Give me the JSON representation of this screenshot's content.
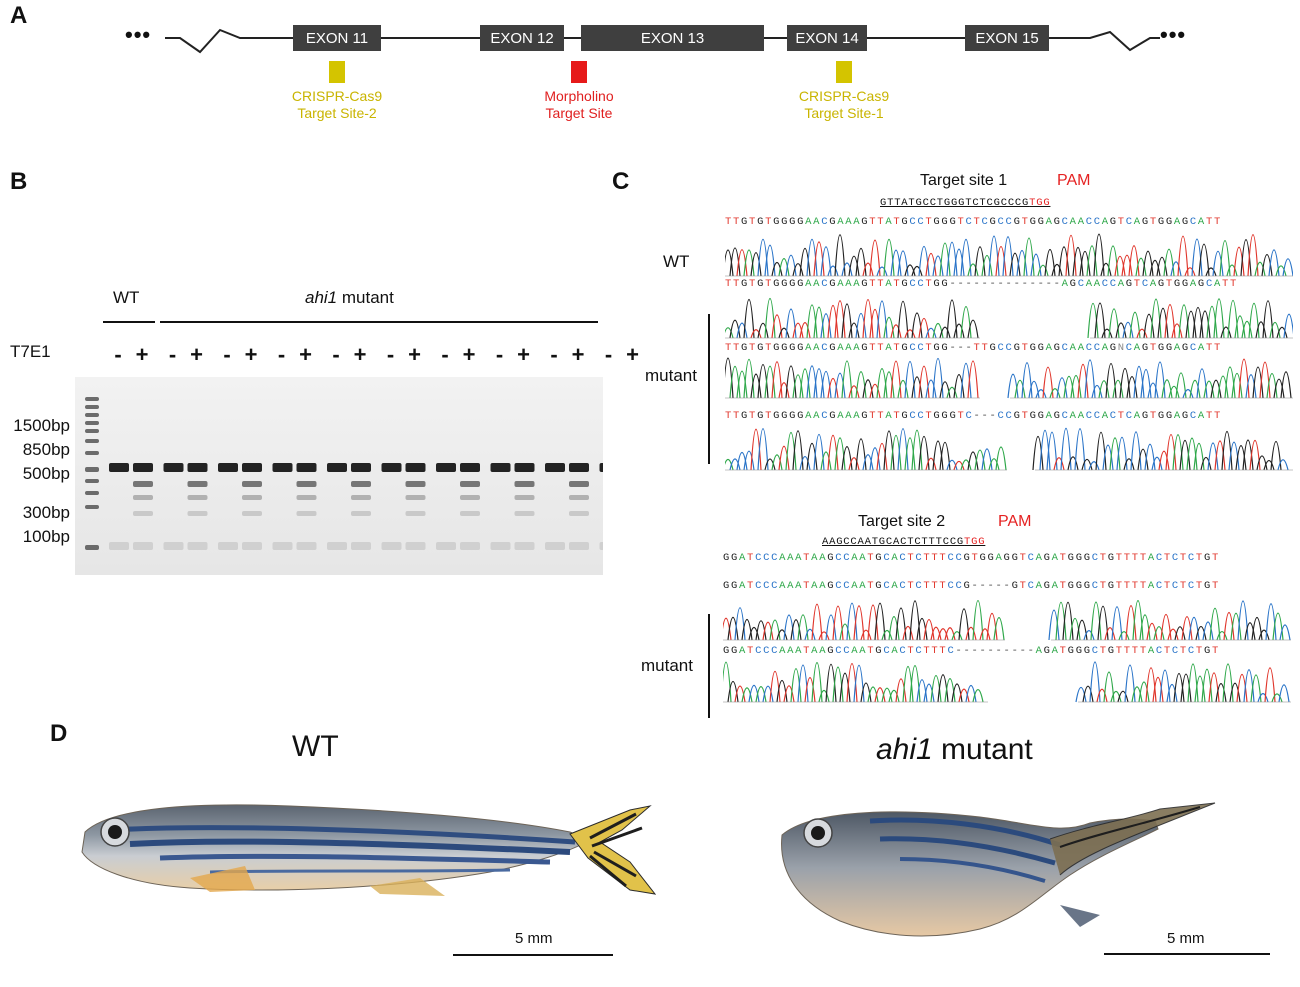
{
  "panels": {
    "a": "A",
    "b": "B",
    "c": "C",
    "d": "D"
  },
  "gene_map": {
    "ellipsis_left": "•••",
    "ellipsis_right": "•••",
    "exons": [
      "EXON 11",
      "EXON 12",
      "EXON 13",
      "EXON 14",
      "EXON 15"
    ],
    "sites": [
      {
        "line1": "CRISPR-Cas9",
        "line2": "Target Site-2",
        "color": "#c9b400"
      },
      {
        "line1": "Morpholino",
        "line2": "Target Site",
        "color": "#e02020"
      },
      {
        "line1": "CRISPR-Cas9",
        "line2": "Target Site-1",
        "color": "#c9b400"
      }
    ]
  },
  "gel": {
    "wt_label": "WT",
    "mutant_label_italic": "ahi1",
    "mutant_label_rest": " mutant",
    "t7e1_label": "T7E1",
    "lanes": [
      "-",
      "+",
      "-",
      "+",
      "-",
      "+",
      "-",
      "+",
      "-",
      "+",
      "-",
      "+",
      "-",
      "+",
      "-",
      "+",
      "-",
      "+",
      "-",
      "+"
    ],
    "markers": [
      "1500bp",
      "850bp",
      "500bp",
      "300bp",
      "100bp"
    ]
  },
  "sequencing": {
    "site1": {
      "title": "Target site 1",
      "pam": "PAM",
      "target_seq": "GTTATGCCTGGGTCTCGCCCG",
      "target_pam": "TGG",
      "wt_label": "WT",
      "mutant_label": "mutant",
      "seq_wt": "TTGTGTGGGGAACGAAAGTTATGCCTGGGTCTCGCCGTGGAGCAACCAGTCAGTGGAGCATT",
      "seq_m1": "TTGTGTGGGGAACGAAAGTTATGCCTGG--------------AGCAACCAGTCAGTGGAGCATT",
      "seq_m2": "TTGTGTGGGGAACGAAAGTTATGCCTGG---TTGCCGTGGAGCAACCAGNCAGTGGAGCATT",
      "seq_m3": "TTGTGTGGGGAACGAAAGTTATGCCTGGGTC---CCGTGGAGCAACCACTCAGTGGAGCATT"
    },
    "site2": {
      "title": "Target site 2",
      "pam": "PAM",
      "target_seq": "AAGCCAATGCACTCTTTCCG",
      "target_pam": "TGG",
      "mutant_label": "mutant",
      "seq_wt": "GGATCCCAAATAAGCCAATGCACTCTTTCCGTGGAGGTCAGATGGGCTGTTTTACTCTCTGT",
      "seq_m1": "GGATCCCAAATAAGCCAATGCACTCTTTCCG-----GTCAGATGGGCTGTTTTACTCTCTGT",
      "seq_m2": "GGATCCCAAATAAGCCAATGCACTCTTTC----------AGATGGGCTGTTTTACTCTCTGT"
    }
  },
  "fish": {
    "wt_title": "WT",
    "mutant_title_italic": "ahi1",
    "mutant_title_rest": " mutant",
    "scale_wt": "5 mm",
    "scale_mutant": "5 mm"
  }
}
